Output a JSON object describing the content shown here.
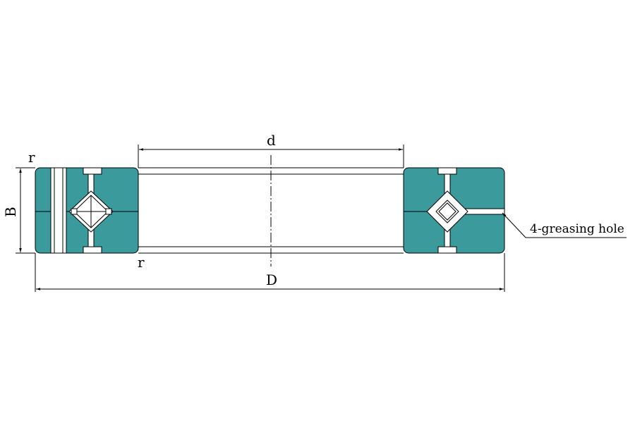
{
  "labels": {
    "inner_diameter": "d",
    "outer_diameter": "D",
    "width": "B",
    "radius_top": "r",
    "radius_bottom": "r",
    "callout": "4-greasing hole"
  },
  "colors": {
    "ring": "#3a9a9c",
    "line": "#000000",
    "background": "#ffffff"
  }
}
